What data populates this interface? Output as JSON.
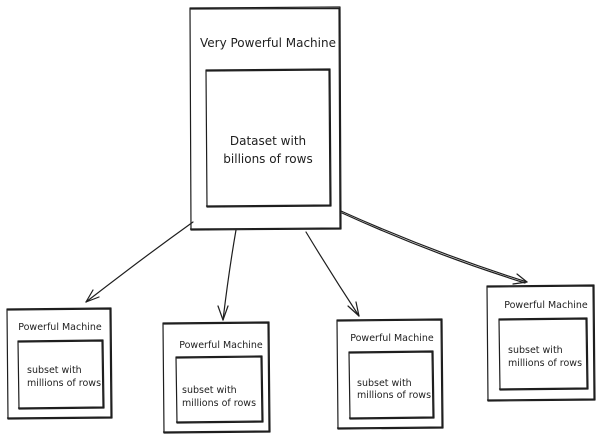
{
  "big_machine": {
    "title": "Very Powerful Machine",
    "dataset_line1": "Dataset with",
    "dataset_line2": "billions of rows"
  },
  "workers": [
    {
      "title": "Powerful Machine",
      "subset_line1": "subset with",
      "subset_line2": "millions of rows"
    },
    {
      "title": "Powerful Machine",
      "subset_line1": "subset with",
      "subset_line2": "millions of rows"
    },
    {
      "title": "Powerful Machine",
      "subset_line1": "subset with",
      "subset_line2": "millions of rows"
    },
    {
      "title": "Powerful Machine",
      "subset_line1": "subset with",
      "subset_line2": "millions of rows"
    }
  ],
  "colors": {
    "stroke": "#1e1e1e",
    "background": "#ffffff"
  }
}
